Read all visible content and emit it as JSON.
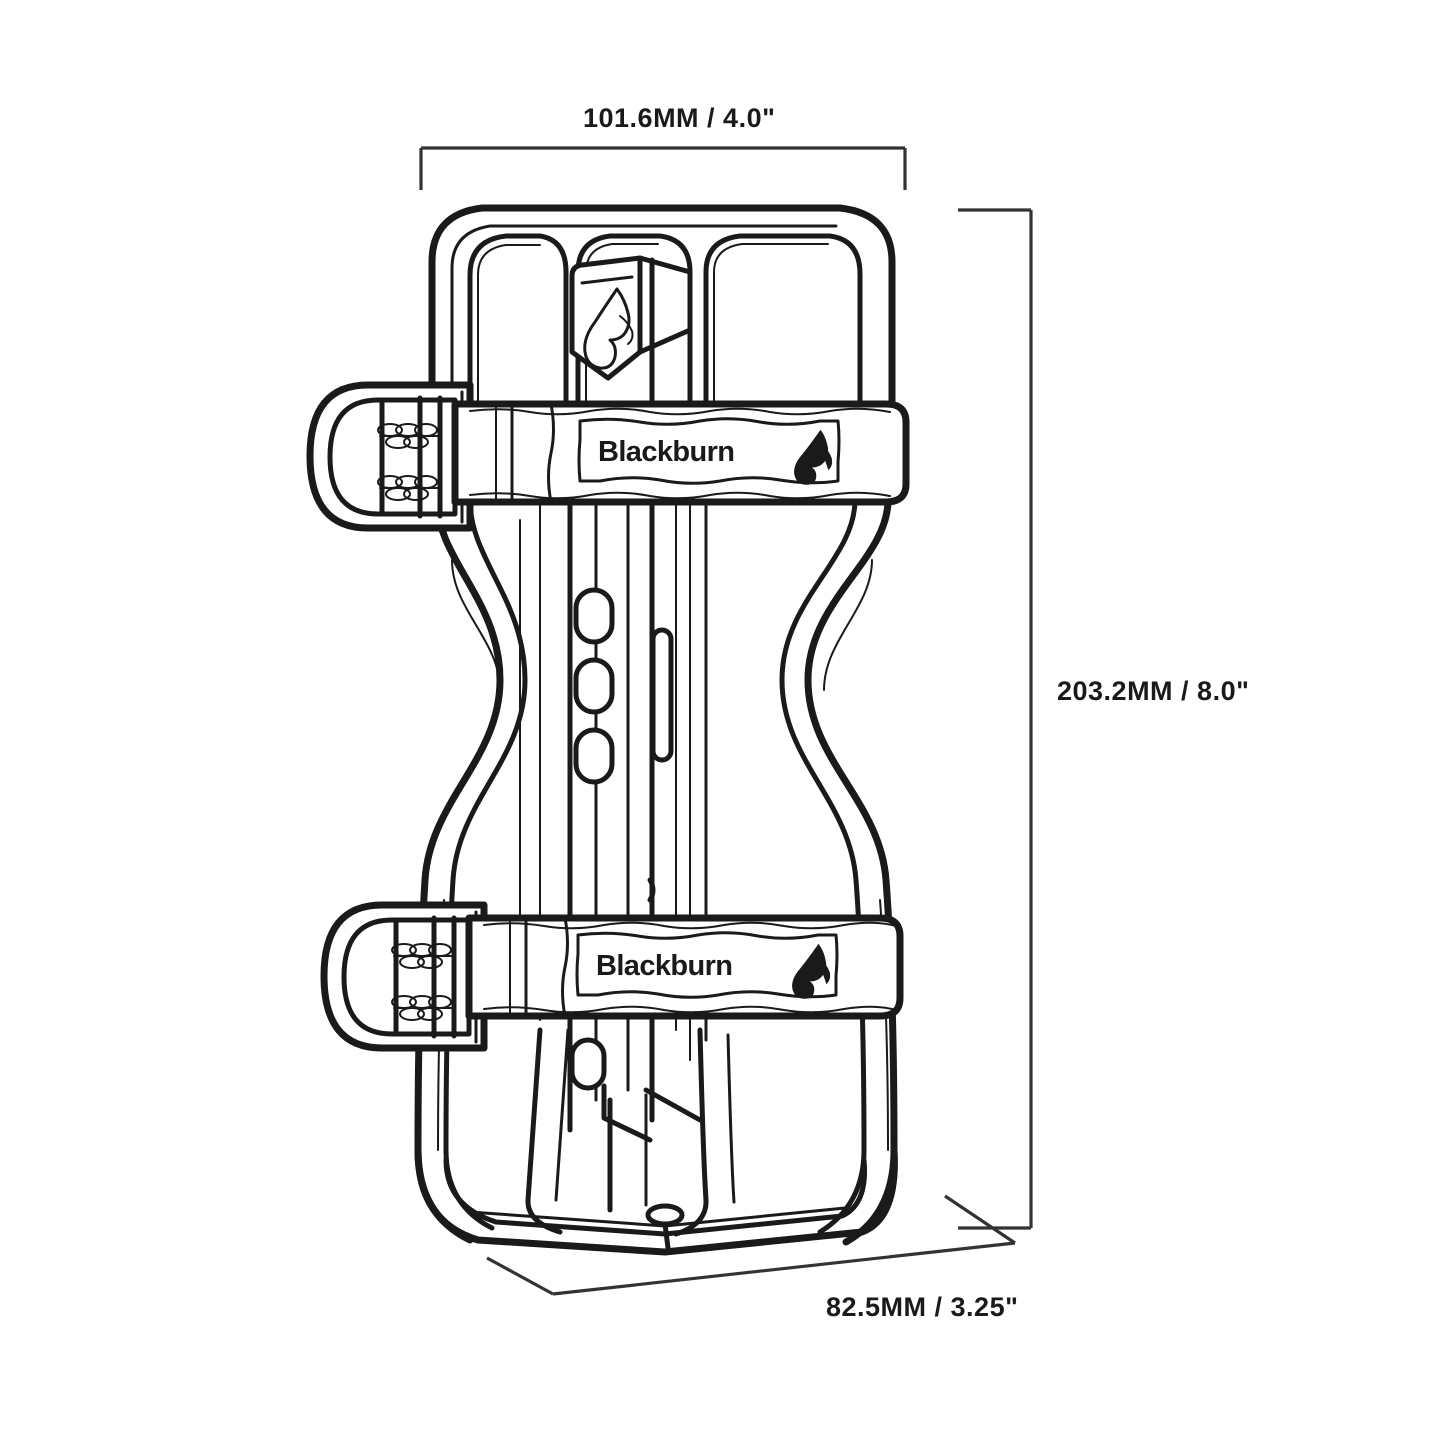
{
  "document": {
    "type": "technical-line-drawing",
    "subject": "bicycle bottle cage with two straps",
    "background_color": "#ffffff",
    "ink_color": "#1a1a1a"
  },
  "dimensions": {
    "width": {
      "name": "overall-width",
      "label": "101.6MM / 4.0\"",
      "millimeters": "101.6",
      "inches": "4.0",
      "orientation": "horizontal",
      "position": "top"
    },
    "height": {
      "name": "overall-height",
      "label": "203.2MM / 8.0\"",
      "millimeters": "203.2",
      "inches": "8.0",
      "orientation": "vertical",
      "position": "right"
    },
    "depth": {
      "name": "overall-depth",
      "label": "82.5MM / 3.25\"",
      "millimeters": "82.5",
      "inches": "3.25",
      "orientation": "isometric",
      "position": "bottom"
    }
  },
  "product": {
    "name": "bottle-cage",
    "straps": [
      {
        "position": "upper",
        "brand_text": "Blackburn",
        "logo": "flame-logo"
      },
      {
        "position": "lower",
        "brand_text": "Blackburn",
        "logo": "flame-logo"
      }
    ],
    "badge": {
      "name": "flame-badge",
      "shape": "shield"
    },
    "mounting_slots": {
      "count": 3,
      "shape": "rounded-rectangle"
    },
    "buckles": {
      "count": 2,
      "type": "cam-buckle"
    }
  }
}
